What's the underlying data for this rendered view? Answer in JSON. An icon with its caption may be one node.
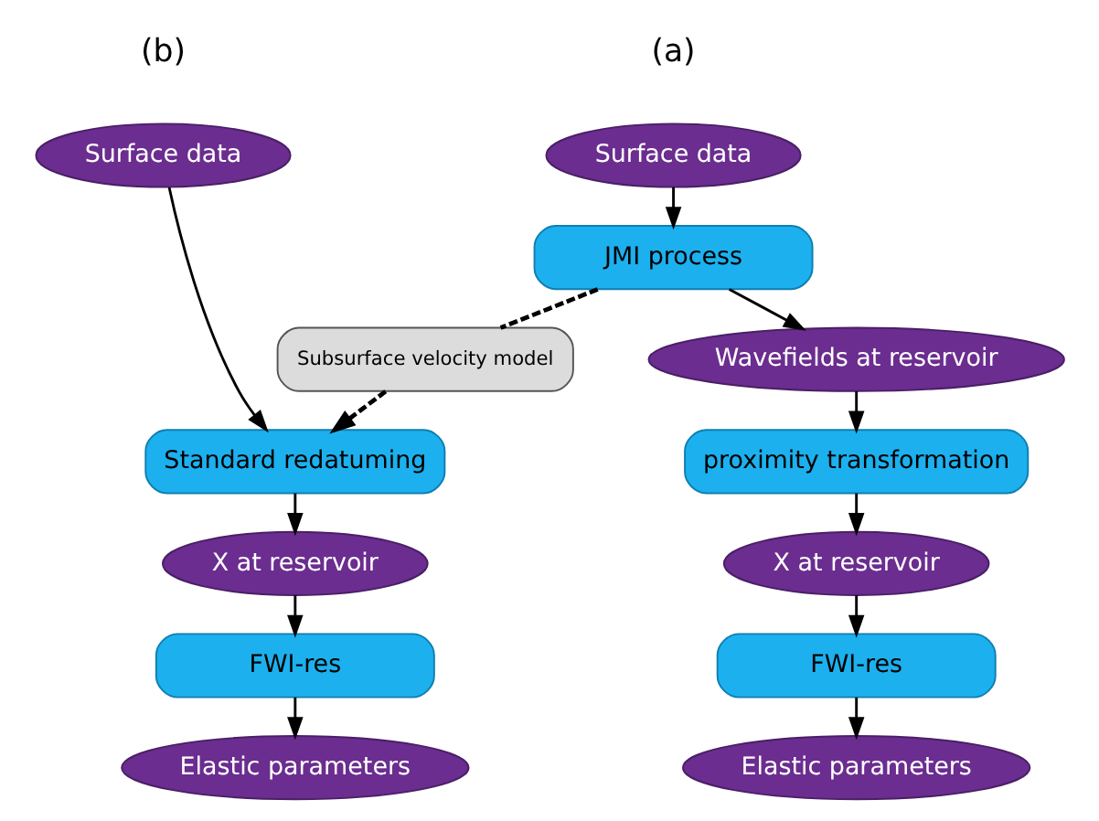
{
  "diagram": {
    "nodes": [
      {
        "text": [
          "Surface data"
        ]
      },
      {
        "text": [
          "JMI process"
        ]
      },
      {
        "text": [
          "Wavefields at reservoir"
        ]
      },
      {
        "text": [
          "proximity transformation"
        ]
      },
      {
        "text": [
          "X at reservoir"
        ]
      },
      {
        "text": [
          "FWI-res"
        ]
      },
      {
        "text": [
          "Elastic parameters"
        ]
      },
      {
        "text": [
          "Subsurface velocity model"
        ]
      },
      {
        "text": [
          "Surface data"
        ]
      },
      {
        "text": [
          "Standard redatuming"
        ]
      },
      {
        "text": [
          "X at reservoir"
        ]
      },
      {
        "text": [
          "FWI-res"
        ]
      },
      {
        "text": [
          "Elastic parameters"
        ]
      }
    ],
    "edges": [
      {
        "from": 0,
        "to": 1,
        "arrow": "to"
      },
      {
        "from": 1,
        "to": 2,
        "arrow": "to"
      },
      {
        "from": 2,
        "to": 3,
        "arrow": "to"
      },
      {
        "from": 3,
        "to": 4,
        "arrow": "to"
      },
      {
        "from": 4,
        "to": 5,
        "arrow": "to"
      },
      {
        "from": 5,
        "to": 6,
        "arrow": "to"
      },
      {
        "from": 1,
        "to": 7,
        "arrow": "none",
        "style": "dashed"
      },
      {
        "from": 7,
        "to": 9,
        "arrow": "to",
        "style": "dashed"
      },
      {
        "from": 8,
        "to": 9,
        "arrow": "to"
      },
      {
        "from": 9,
        "to": 10,
        "arrow": "to"
      },
      {
        "from": 10,
        "to": 11,
        "arrow": "to"
      },
      {
        "from": 11,
        "to": 12,
        "arrow": "to"
      }
    ],
    "labels": [
      "(a)",
      "(b)"
    ]
  }
}
